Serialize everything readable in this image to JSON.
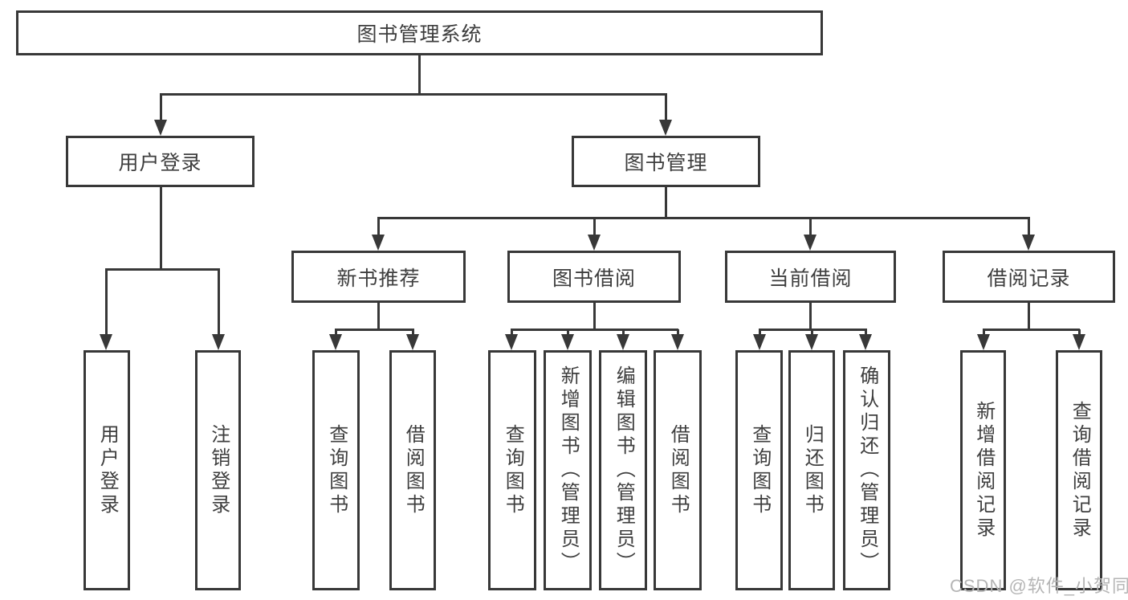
{
  "diagram": {
    "root": {
      "label": "图书管理系统"
    },
    "level1": [
      {
        "label": "用户登录"
      },
      {
        "label": "图书管理"
      }
    ],
    "level2": [
      {
        "label": "新书推荐"
      },
      {
        "label": "图书借阅"
      },
      {
        "label": "当前借阅"
      },
      {
        "label": "借阅记录"
      }
    ],
    "leaves": [
      {
        "label": "用户登录"
      },
      {
        "label": "注销登录"
      },
      {
        "label": "查询图书"
      },
      {
        "label": "借阅图书"
      },
      {
        "label": "查询图书"
      },
      {
        "label": "新增图书（管理员）"
      },
      {
        "label": "编辑图书（管理员）"
      },
      {
        "label": "借阅图书"
      },
      {
        "label": "查询图书"
      },
      {
        "label": "归还图书"
      },
      {
        "label": "确认归还（管理员）"
      },
      {
        "label": "新增借阅记录"
      },
      {
        "label": "查询借阅记录"
      }
    ],
    "watermark": "CSDN @软件_小贺同学",
    "colors": {
      "line": "#383838",
      "text": "#3e3e3e",
      "watermark": "#b5b5b5",
      "background": "#ffffff"
    }
  }
}
